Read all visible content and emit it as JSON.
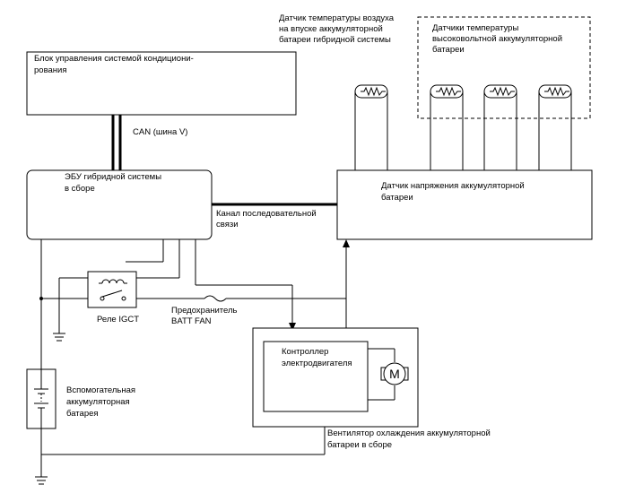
{
  "labels": {
    "ac_ecu": [
      "Блок управления системой кондициони-",
      "рования"
    ],
    "can_bus": "CAN (шина V)",
    "hybrid_ecu": [
      "ЭБУ гибридной системы",
      "в сборе"
    ],
    "serial_link": [
      "Канал последовательной",
      "связи"
    ],
    "air_temp_sensor": [
      "Датчик температуры воздуха",
      "на впуске аккумуляторной",
      "батареи гибридной системы"
    ],
    "hv_temp_sensors": [
      "Датчики температуры",
      "высоковольтной аккумуляторной",
      "батареи"
    ],
    "voltage_sensor": [
      "Датчик напряжения аккумуляторной",
      "батареи"
    ],
    "relay": "Реле IGCT",
    "fuse": [
      "Предохранитель",
      "BATT FAN"
    ],
    "motor_controller": [
      "Контроллер",
      "электродвигателя"
    ],
    "motor_symbol": "M",
    "fan_assembly": [
      "Вентилятор охлаждения аккумуляторной",
      "батареи в сборе"
    ],
    "aux_battery": [
      "Вспомогательная",
      "аккумуляторная",
      "батарея"
    ]
  }
}
